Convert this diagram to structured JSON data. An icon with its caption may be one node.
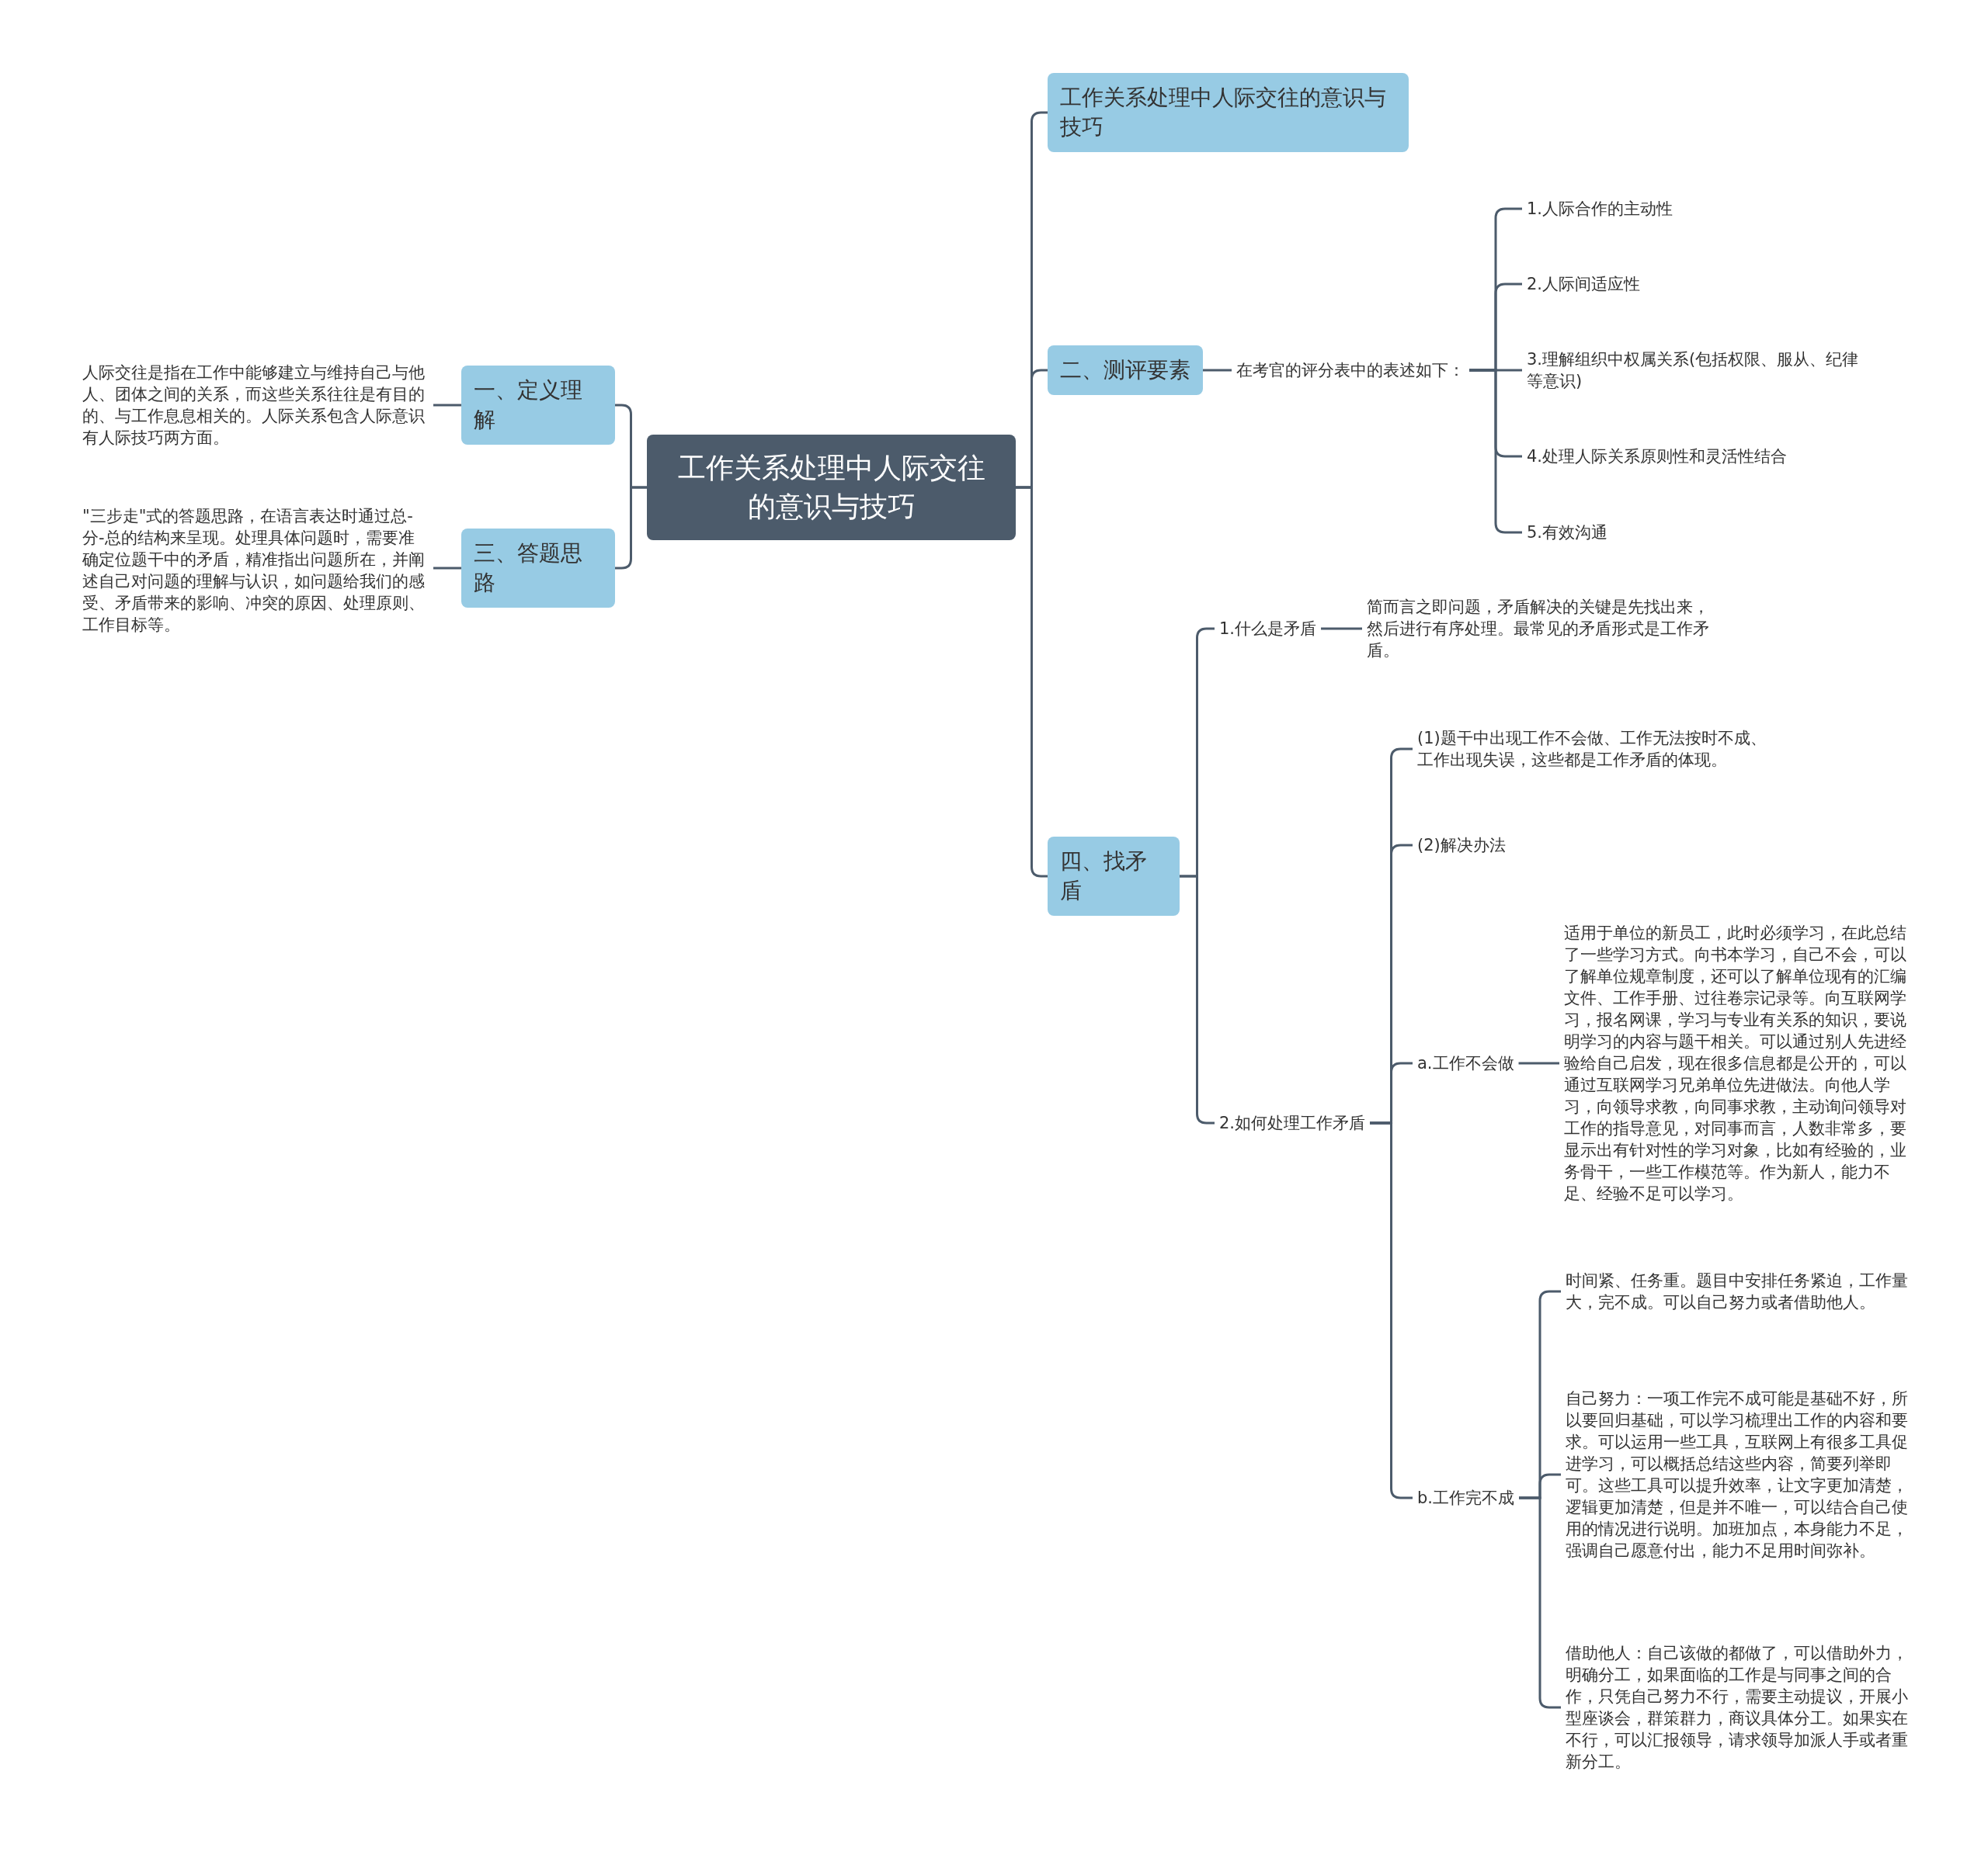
{
  "diagram": {
    "nodes": [
      {
        "text": [
          "工作关系处理中人际交往的意识与技巧"
        ]
      },
      {
        "text": [
          "一、定义理解"
        ]
      },
      {
        "text": [
          "人际交往是指在工作中能够建立与维持自己与他人、团体之间的关系，而这些关系往往是有目的的、与工作息息相关的。人际关系包含人际意识有人际技巧两方面。"
        ]
      },
      {
        "text": [
          "三、答题思路"
        ]
      },
      {
        "text": [
          "\"三步走\"式的答题思路，在语言表达时通过总-分-总的结构来呈现。处理具体问题时，需要准确定位题干中的矛盾，精准指出问题所在，并阐述自己对问题的理解与认识，如问题给我们的感受、矛盾带来的影响、冲突的原因、处理原则、工作目标等。"
        ]
      },
      {
        "text": [
          "工作关系处理中人际交往的意识与技巧"
        ]
      },
      {
        "text": [
          "二、测评要素"
        ]
      },
      {
        "text": [
          "在考官的评分表中的表述如下："
        ]
      },
      {
        "text": [
          "1.人际合作的主动性"
        ]
      },
      {
        "text": [
          "2.人际间适应性"
        ]
      },
      {
        "text": [
          "3.理解组织中权属关系(包括权限、服从、纪律等意识)"
        ]
      },
      {
        "text": [
          "4.处理人际关系原则性和灵活性结合"
        ]
      },
      {
        "text": [
          "5.有效沟通"
        ]
      },
      {
        "text": [
          "四、找矛盾"
        ]
      },
      {
        "text": [
          "1.什么是矛盾"
        ]
      },
      {
        "text": [
          "简而言之即问题，矛盾解决的关键是先找出来，然后进行有序处理。最常见的矛盾形式是工作矛盾。"
        ]
      },
      {
        "text": [
          "2.如何处理工作矛盾"
        ]
      },
      {
        "text": [
          "(1)题干中出现工作不会做、工作无法按时不成、工作出现失误，这些都是工作矛盾的体现。"
        ]
      },
      {
        "text": [
          "(2)解决办法"
        ]
      },
      {
        "text": [
          "a.工作不会做"
        ]
      },
      {
        "text": [
          "适用于单位的新员工，此时必须学习，在此总结了一些学习方式。向书本学习，自己不会，可以了解单位规章制度，还可以了解单位现有的汇编文件、工作手册、过往卷宗记录等。向互联网学习，报名网课，学习与专业有关系的知识，要说明学习的内容与题干相关。可以通过别人先进经验给自己启发，现在很多信息都是公开的，可以通过互联网学习兄弟单位先进做法。向他人学习，向领导求教，向同事求教，主动询问领导对工作的指导意见，对同事而言，人数非常多，要显示出有针对性的学习对象，比如有经验的，业务骨干，一些工作模范等。作为新人，能力不足、经验不足可以学习。"
        ]
      },
      {
        "text": [
          "b.工作完不成"
        ]
      },
      {
        "text": [
          "时间紧、任务重。题目中安排任务紧迫，工作量大，完不成。可以自己努力或者借助他人。"
        ]
      },
      {
        "text": [
          "自己努力：一项工作完不成可能是基础不好，所以要回归基础，可以学习梳理出工作的内容和要求。可以运用一些工具，互联网上有很多工具促进学习，可以概括总结这些内容，简要列举即可。这些工具可以提升效率，让文字更加清楚，逻辑更加清楚，但是并不唯一，可以结合自己使用的情况进行说明。加班加点，本身能力不足，强调自己愿意付出，能力不足用时间弥补。"
        ]
      },
      {
        "text": [
          "借助他人：自己该做的都做了，可以借助外力，明确分工，如果面临的工作是与同事之间的合作，只凭自己努力不行，需要主动提议，开展小型座谈会，群策群力，商议具体分工。如果实在不行，可以汇报领导，请求领导加派人手或者重新分工。"
        ]
      }
    ],
    "edges": [
      {
        "from": 0,
        "to": 1,
        "arrow": "none"
      },
      {
        "from": 1,
        "to": 2,
        "arrow": "none"
      },
      {
        "from": 0,
        "to": 3,
        "arrow": "none"
      },
      {
        "from": 3,
        "to": 4,
        "arrow": "none"
      },
      {
        "from": 0,
        "to": 5,
        "arrow": "none"
      },
      {
        "from": 0,
        "to": 6,
        "arrow": "none"
      },
      {
        "from": 6,
        "to": 7,
        "arrow": "none"
      },
      {
        "from": 7,
        "to": 8,
        "arrow": "none"
      },
      {
        "from": 7,
        "to": 9,
        "arrow": "none"
      },
      {
        "from": 7,
        "to": 10,
        "arrow": "none"
      },
      {
        "from": 7,
        "to": 11,
        "arrow": "none"
      },
      {
        "from": 7,
        "to": 12,
        "arrow": "none"
      },
      {
        "from": 0,
        "to": 13,
        "arrow": "none"
      },
      {
        "from": 13,
        "to": 14,
        "arrow": "none"
      },
      {
        "from": 14,
        "to": 15,
        "arrow": "none"
      },
      {
        "from": 13,
        "to": 16,
        "arrow": "none"
      },
      {
        "from": 16,
        "to": 17,
        "arrow": "none"
      },
      {
        "from": 16,
        "to": 18,
        "arrow": "none"
      },
      {
        "from": 16,
        "to": 19,
        "arrow": "none"
      },
      {
        "from": 19,
        "to": 20,
        "arrow": "none"
      },
      {
        "from": 16,
        "to": 21,
        "arrow": "none"
      },
      {
        "from": 21,
        "to": 22,
        "arrow": "none"
      },
      {
        "from": 21,
        "to": 23,
        "arrow": "none"
      },
      {
        "from": 21,
        "to": 24,
        "arrow": "none"
      }
    ]
  }
}
